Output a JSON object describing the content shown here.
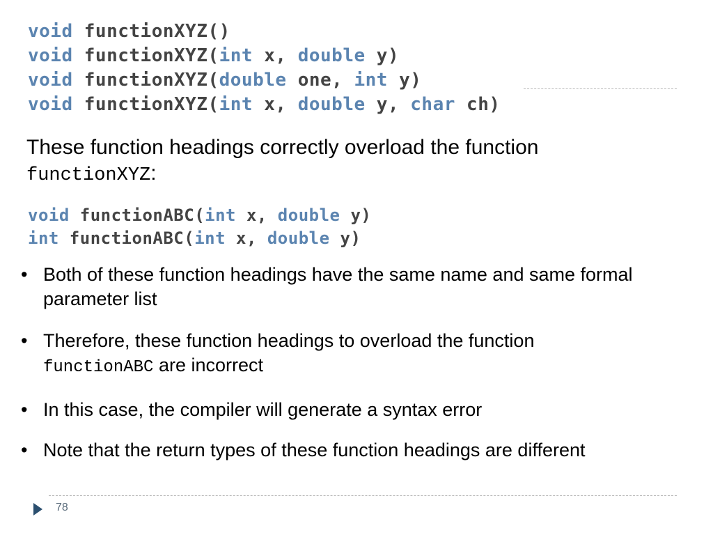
{
  "code_top": [
    {
      "kw": "void",
      "name": " functionXYZ(",
      "p1kw": "",
      "p1": "",
      "p2kw": "",
      "p2": "",
      "p3kw": "",
      "p3": "",
      "end": ")"
    },
    {
      "kw": "void",
      "name": " functionXYZ(",
      "p1kw": "int",
      "p1": " x, ",
      "p2kw": "double",
      "p2": " y",
      "p3kw": "",
      "p3": "",
      "end": ")"
    },
    {
      "kw": "void",
      "name": " functionXYZ(",
      "p1kw": "double",
      "p1": " one, ",
      "p2kw": "int",
      "p2": " y",
      "p3kw": "",
      "p3": "",
      "end": ")"
    },
    {
      "kw": "void",
      "name": " functionXYZ(",
      "p1kw": "int",
      "p1": " x, ",
      "p2kw": "double",
      "p2": " y, ",
      "p3kw": "char",
      "p3": " ch",
      "end": ")"
    }
  ],
  "intro": {
    "text": "These function headings correctly overload the function",
    "code": "functionXYZ",
    "suffix": ":"
  },
  "code_bottom": [
    {
      "kw": "void",
      "name": " functionABC(",
      "p1kw": "int",
      "p1": " x, ",
      "p2kw": "double",
      "p2": " y",
      "end": ")"
    },
    {
      "kw": "int",
      "name": " functionABC(",
      "p1kw": "int",
      "p1": " x, ",
      "p2kw": "double",
      "p2": " y",
      "end": ")"
    }
  ],
  "bullet_char": "•",
  "bullets": [
    {
      "text": "Both of these function headings have the same name and same formal parameter list"
    },
    {
      "text": "Therefore, these function headings to overload the function",
      "code": "functionABC",
      "after": "are incorrect"
    },
    {
      "text": "In this case, the compiler will generate a syntax error"
    },
    {
      "text": "Note that the return types of these function headings are different"
    }
  ],
  "page_number": "78",
  "colors": {
    "keyword": "#5b84b0",
    "code_text": "#444444",
    "accent": "#2b4f6f"
  }
}
